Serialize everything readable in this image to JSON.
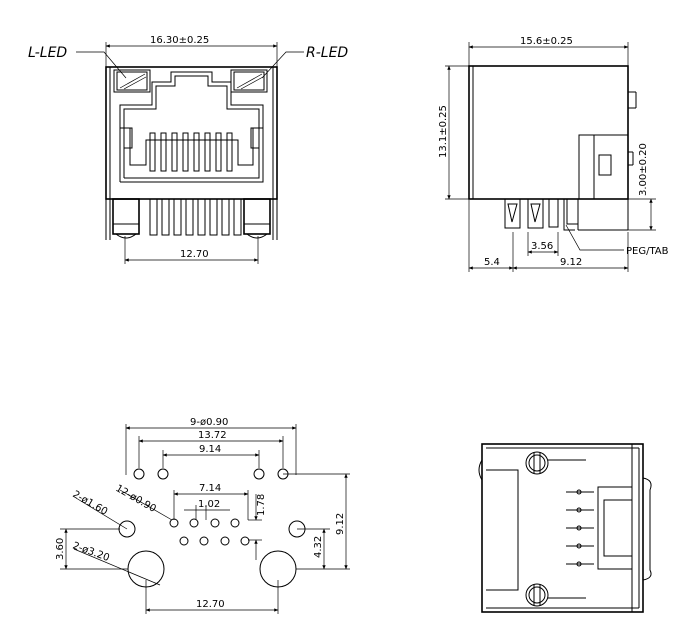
{
  "front_view": {
    "left_led_label": "L-LED",
    "right_led_label": "R-LED",
    "width_dim": "16.30±0.25",
    "pin_span_dim": "12.70"
  },
  "side_view": {
    "depth_dim": "15.6±0.25",
    "height_dim": "13.1±0.25",
    "peg_height_dim": "3.00±0.20",
    "peg_offset_dim": "3.56",
    "front_offset_dim": "5.4",
    "rear_offset_dim": "9.12",
    "peg_tab_label": "PEG/TAB"
  },
  "footprint": {
    "hole_count_dim": "9-ø0.90",
    "outer_span_dim": "13.72",
    "inner_span_dim": "9.14",
    "signal_span_dim": "7.14",
    "pitch_dim": "1.02",
    "row_offset_dim": "1.78",
    "signal_holes_label": "12-ø0.90",
    "peg_holes_label": "2-ø1.60",
    "mount_holes_label": "2-ø3.20",
    "mount_y_dim": "3.60",
    "row_height_dim": "4.32",
    "total_height_dim": "9.12",
    "mount_span_dim": "12.70"
  }
}
